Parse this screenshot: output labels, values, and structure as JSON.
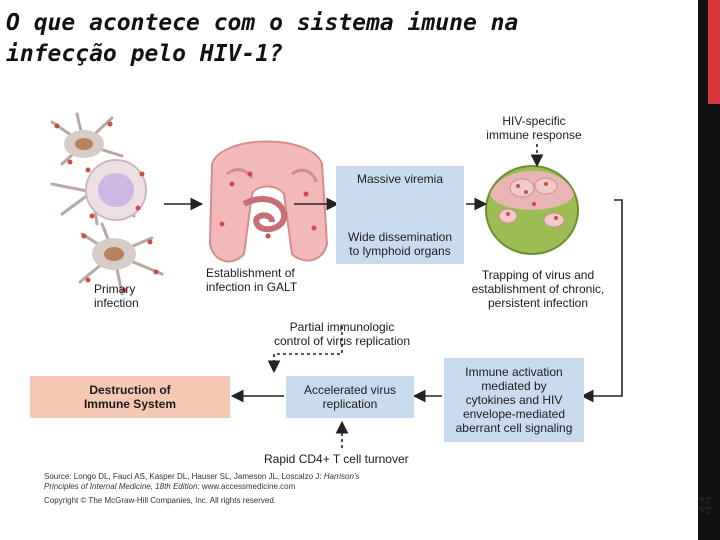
{
  "slide": {
    "title_line1": "O que acontece com o sistema imune na",
    "title_line2": "infecção pelo HIV-1?",
    "page_number": "44"
  },
  "figure": {
    "labels": {
      "primary_infection_1": "Primary",
      "primary_infection_2": "infection",
      "galt_1": "Establishment of",
      "galt_2": "infection in GALT",
      "hiv_response_1": "HIV-specific",
      "hiv_response_2": "immune response",
      "trapping_1": "Trapping of virus and",
      "trapping_2": "establishment of chronic,",
      "trapping_3": "persistent infection",
      "partial_1": "Partial immunologic",
      "partial_2": "control of virus replication",
      "turnover": "Rapid CD4+ T cell turnover"
    },
    "boxes": {
      "viremia": "Massive viremia",
      "dissemination_1": "Wide dissemination",
      "dissemination_2": "to lymphoid organs",
      "immune_activation_1": "Immune activation",
      "immune_activation_2": "mediated by",
      "immune_activation_3": "cytokines and HIV",
      "immune_activation_4": "envelope-mediated",
      "immune_activation_5": "aberrant cell signaling",
      "accelerated_1": "Accelerated virus",
      "accelerated_2": "replication",
      "destruction_1": "Destruction of",
      "destruction_2": "Immune System"
    },
    "source": {
      "line1_prefix": "Source: Longo DL, Fauci AS, Kasper DL, Hauser SL, Jameson JL, Loscalzo J:",
      "line1_title": "Harrison's",
      "line2_title": "Principles of Internal Medicine, 18th Edition:",
      "line2_url": "www.accessmedicine.com",
      "copyright": "Copyright © The McGraw-Hill Companies, Inc. All rights reserved."
    },
    "colors": {
      "box_blue": "#c9dcef",
      "box_salmon": "#f5c8b4",
      "accent_red": "#d6383e",
      "cell_pink": "#e8b9c4",
      "node_green": "#9bbd54"
    }
  }
}
